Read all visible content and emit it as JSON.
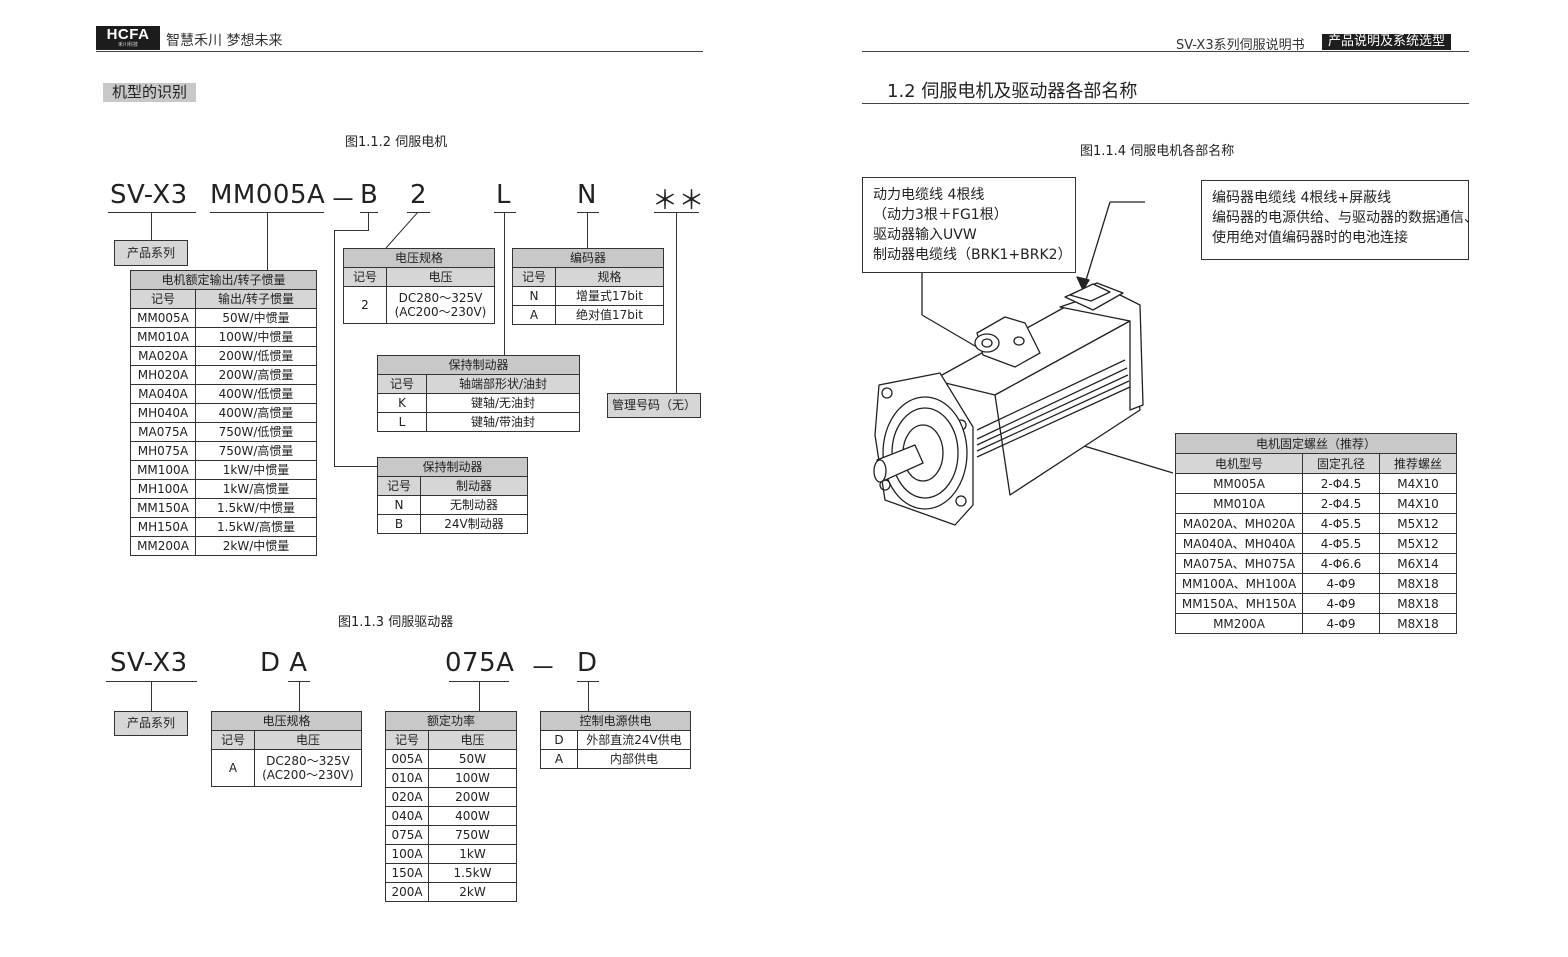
{
  "header": {
    "logo_text": "HCFA",
    "logo_sub": "禾川科技",
    "slogan": "智慧禾川  梦想未来",
    "doc_title": "SV-X3系列伺服说明书",
    "section_badge": "产品说明及系统选型"
  },
  "left": {
    "section_tag": "机型的识别",
    "motor_caption": "图1.1.2 伺服电机",
    "motor_code": {
      "p1": "SV-X3",
      "p2": "MM005A",
      "dash": "－",
      "p3": "B",
      "p4": "2",
      "p5": "L",
      "p6": "N",
      "p7": "＊＊"
    },
    "product_series": "产品系列",
    "rated_table": {
      "title": "电机额定输出/转子惯量",
      "headers": [
        "记号",
        "输出/转子惯量"
      ],
      "rows": [
        [
          "MM005A",
          "50W/中惯量"
        ],
        [
          "MM010A",
          "100W/中惯量"
        ],
        [
          "MA020A",
          "200W/低惯量"
        ],
        [
          "MH020A",
          "200W/高惯量"
        ],
        [
          "MA040A",
          "400W/低惯量"
        ],
        [
          "MH040A",
          "400W/高惯量"
        ],
        [
          "MA075A",
          "750W/低惯量"
        ],
        [
          "MH075A",
          "750W/高惯量"
        ],
        [
          "MM100A",
          "1kW/中惯量"
        ],
        [
          "MH100A",
          "1kW/高惯量"
        ],
        [
          "MM150A",
          "1.5kW/中惯量"
        ],
        [
          "MH150A",
          "1.5kW/高惯量"
        ],
        [
          "MM200A",
          "2kW/中惯量"
        ]
      ]
    },
    "voltage_table": {
      "title": "电压规格",
      "headers": [
        "记号",
        "电压"
      ],
      "rows": [
        [
          "2",
          "DC280～325V",
          "(AC200～230V)"
        ]
      ]
    },
    "encoder_table": {
      "title": "编码器",
      "headers": [
        "记号",
        "规格"
      ],
      "rows": [
        [
          "N",
          "增量式17bit"
        ],
        [
          "A",
          "绝对值17bit"
        ]
      ]
    },
    "shaft_table": {
      "title": "保持制动器",
      "headers": [
        "记号",
        "轴端部形状/油封"
      ],
      "rows": [
        [
          "K",
          "键轴/无油封"
        ],
        [
          "L",
          "键轴/带油封"
        ]
      ]
    },
    "brake_table": {
      "title": "保持制动器",
      "headers": [
        "记号",
        "制动器"
      ],
      "rows": [
        [
          "N",
          "无制动器"
        ],
        [
          "B",
          "24V制动器"
        ]
      ]
    },
    "mgmt_code": "管理号码（无）",
    "drive_caption": "图1.1.3 伺服驱动器",
    "drive_code": {
      "p1": "SV-X3",
      "p2": "D A",
      "p3": "075A",
      "dash": "－",
      "p4": "D"
    },
    "drive_series": "产品系列",
    "drive_voltage_table": {
      "title": "电压规格",
      "headers": [
        "记号",
        "电压"
      ],
      "rows": [
        [
          "A",
          "DC280～325V",
          "(AC200～230V)"
        ]
      ]
    },
    "power_table": {
      "title": "额定功率",
      "headers": [
        "记号",
        "电压"
      ],
      "rows": [
        [
          "005A",
          "50W"
        ],
        [
          "010A",
          "100W"
        ],
        [
          "020A",
          "200W"
        ],
        [
          "040A",
          "400W"
        ],
        [
          "075A",
          "750W"
        ],
        [
          "100A",
          "1kW"
        ],
        [
          "150A",
          "1.5kW"
        ],
        [
          "200A",
          "2kW"
        ]
      ]
    },
    "ctrl_table": {
      "title": "控制电源供电",
      "rows": [
        [
          "D",
          "外部直流24V供电"
        ],
        [
          "A",
          "内部供电"
        ]
      ]
    }
  },
  "right": {
    "section_title": "1.2  伺服电机及驱动器各部名称",
    "caption": "图1.1.4 伺服电机各部名称",
    "power_callout": [
      "动力电缆线 4根线",
      "（动力3根＋FG1根）",
      "驱动器输入UVW",
      "制动器电缆线（BRK1+BRK2）"
    ],
    "encoder_callout": [
      "编码器电缆线 4根线+屏蔽线",
      "编码器的电源供给、与驱动器的数据通信、",
      "使用绝对值编码器时的电池连接"
    ],
    "screw_table": {
      "title": "电机固定螺丝（推荐）",
      "headers": [
        "电机型号",
        "固定孔径",
        "推荐螺丝"
      ],
      "rows": [
        [
          "MM005A",
          "2-Φ4.5",
          "M4X10"
        ],
        [
          "MM010A",
          "2-Φ4.5",
          "M4X10"
        ],
        [
          "MA020A、MH020A",
          "4-Φ5.5",
          "M5X12"
        ],
        [
          "MA040A、MH040A",
          "4-Φ5.5",
          "M5X12"
        ],
        [
          "MA075A、MH075A",
          "4-Φ6.6",
          "M6X14"
        ],
        [
          "MM100A、MH100A",
          "4-Φ9",
          "M8X18"
        ],
        [
          "MM150A、MH150A",
          "4-Φ9",
          "M8X18"
        ],
        [
          "MM200A",
          "4-Φ9",
          "M8X18"
        ]
      ]
    }
  }
}
